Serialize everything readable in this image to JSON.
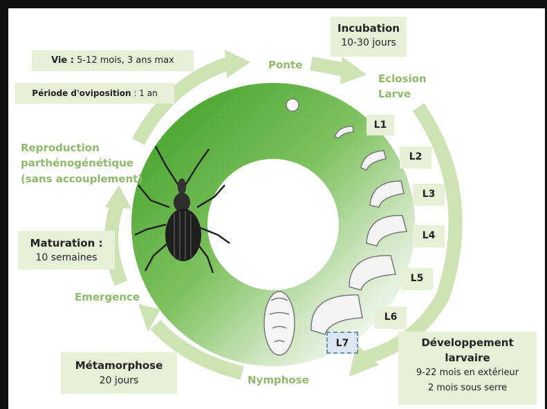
{
  "title_boxes": {
    "incubation": {
      "title": "Incubation",
      "value": "10-30 jours"
    },
    "maturation": {
      "title": "Maturation :",
      "value": "10 semaines"
    },
    "metamorphose": {
      "title": "Métamorphose",
      "value": "20 jours"
    },
    "developpement": {
      "title_line1": "Développement",
      "title_line2": "larvaire",
      "line3": "9-22 mois en extérieur",
      "line4": "2 mois sous serre"
    }
  },
  "info_boxes": {
    "vie": {
      "label": "Vie :",
      "value": "5-12 mois, 3 ans max"
    },
    "periode": {
      "label": "Période d'oviposition",
      "value": ": 1 an"
    }
  },
  "cycle_labels": {
    "ponte": "Ponte",
    "eclosion": "Eclosion",
    "larve": "Larve",
    "reproduction_1": "Reproduction",
    "reproduction_2": "parthénogénétique",
    "reproduction_3": "(sans accouplement)",
    "emergence": "Emergence",
    "nymphose": "Nymphose"
  },
  "larval_stages": [
    "L1",
    "L2",
    "L3",
    "L4",
    "L5",
    "L6",
    "L7"
  ],
  "colors": {
    "ring_dark": "#5aab3a",
    "ring_light": "#e4f0dc",
    "arrow": "#cde3b3",
    "label_green": "#8dbb6a",
    "box_bg": "#e9f0d8",
    "l7_bg": "#dbe7f2",
    "l7_border": "#6a8fb0"
  }
}
